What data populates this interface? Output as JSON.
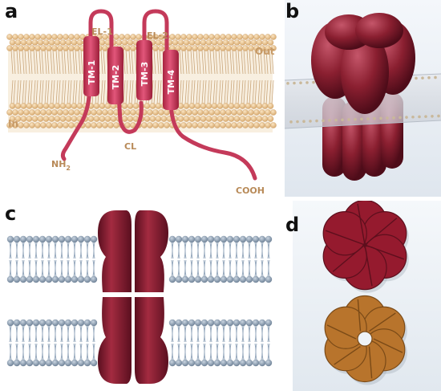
{
  "panels": {
    "a": {
      "letter": "a",
      "labels": {
        "el1": "EL-1",
        "el2": "EL-2",
        "out": "Out",
        "in": "In",
        "nh2": "NH",
        "nh2_sub": "2",
        "cl": "CL",
        "cooh": "COOH"
      },
      "tm": [
        "TM-1",
        "TM-2",
        "TM-3",
        "TM-4"
      ]
    },
    "b": {
      "letter": "b"
    },
    "c": {
      "letter": "c"
    },
    "d": {
      "letter": "d"
    }
  },
  "colors": {
    "protein": "#8a1f30",
    "protein_light": "#b23446",
    "loop": "#d0415f",
    "lipid_head_tan": "#e9c79a",
    "lipid_head_blue": "#8ea2b8",
    "hexamer_brown": "#b8742c",
    "hexamer_red": "#951a2e"
  }
}
